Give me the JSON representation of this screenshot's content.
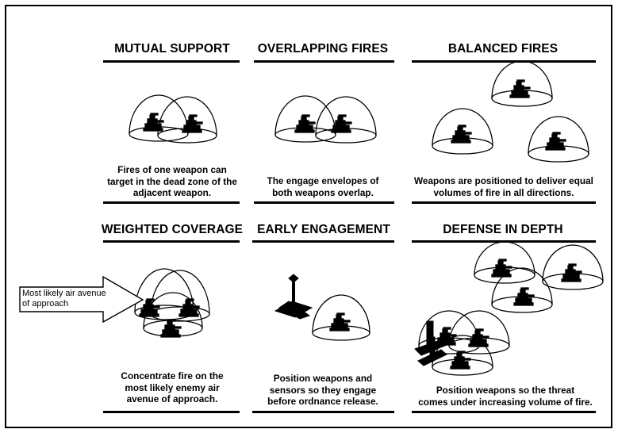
{
  "panels": [
    {
      "title": "MUTUAL SUPPORT",
      "caption": [
        "Fires of one weapon can",
        "target in the dead zone of the",
        "adjacent weapon."
      ]
    },
    {
      "title": "OVERLAPPING FIRES",
      "caption": [
        "The engage envelopes of",
        "both weapons overlap."
      ]
    },
    {
      "title": "BALANCED FIRES",
      "caption": [
        "Weapons are positioned to deliver equal",
        "volumes of fire in all directions."
      ]
    },
    {
      "title": "WEIGHTED COVERAGE",
      "caption": [
        "Concentrate fire on the",
        "most likely enemy air",
        "avenue of approach."
      ]
    },
    {
      "title": "EARLY ENGAGEMENT",
      "caption": [
        "Position weapons and",
        "sensors so they engage",
        "before ordnance release."
      ]
    },
    {
      "title": "DEFENSE IN DEPTH",
      "caption": [
        "Position weapons so the threat",
        "comes under increasing volume of fire."
      ]
    }
  ],
  "arrow_label": [
    "Most likely air avenue",
    "of approach"
  ]
}
